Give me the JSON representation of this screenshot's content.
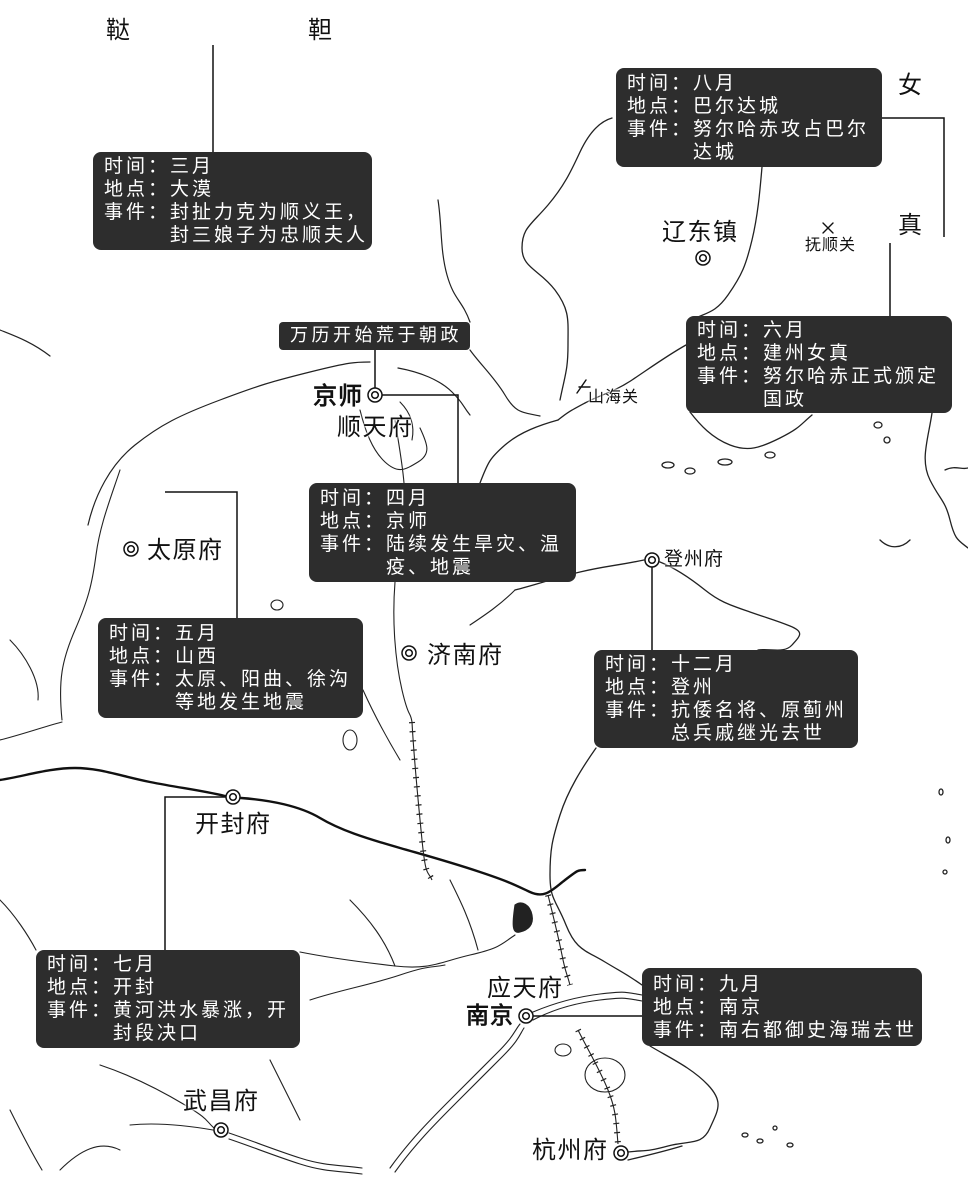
{
  "colors": {
    "background": "#ffffff",
    "box_background": "#2d2d2d",
    "box_text": "#ffffff",
    "map_line": "#1e1e1e"
  },
  "icons": {
    "city_marker": "double-circle-icon",
    "pass_marker": "cross-pass-icon"
  },
  "regions": {
    "tatar": [
      "鞑",
      "靼"
    ],
    "jurchen": [
      "女",
      "真"
    ]
  },
  "places": {
    "liaodong": "辽东镇",
    "fushun_pass": "抚顺关",
    "shanhai_pass": "山海关",
    "jingshi": "京师",
    "shuntian": "顺天府",
    "taiyuan": "太原府",
    "dengzhou": "登州府",
    "jinan": "济南府",
    "kaifeng": "开封府",
    "yingtian": "应天府",
    "nanjing": "南京",
    "wuchang": "武昌府",
    "hangzhou": "杭州府"
  },
  "banner": "万历开始荒于朝政",
  "event_labels": {
    "time": "时间：",
    "place": "地点：",
    "event": "事件："
  },
  "events": [
    {
      "time": "三月",
      "place": "大漠",
      "event_lines": [
        "封扯力克为顺义王，",
        "封三娘子为忠顺夫人"
      ]
    },
    {
      "time": "四月",
      "place": "京师",
      "event_lines": [
        "陆续发生旱灾、温",
        "疫、地震"
      ]
    },
    {
      "time": "五月",
      "place": "山西",
      "event_lines": [
        "太原、阳曲、徐沟",
        "等地发生地震"
      ]
    },
    {
      "time": "六月",
      "place": "建州女真",
      "event_lines": [
        "努尔哈赤正式颁定",
        "国政"
      ]
    },
    {
      "time": "七月",
      "place": "开封",
      "event_lines": [
        "黄河洪水暴涨，开",
        "封段决口"
      ]
    },
    {
      "time": "八月",
      "place": "巴尔达城",
      "event_lines": [
        "努尔哈赤攻占巴尔",
        "达城"
      ]
    },
    {
      "time": "九月",
      "place": "南京",
      "event_lines": [
        "南右都御史海瑞去世"
      ]
    },
    {
      "time": "十二月",
      "place": "登州",
      "event_lines": [
        "抗倭名将、原蓟州",
        "总兵戚继光去世"
      ]
    }
  ]
}
